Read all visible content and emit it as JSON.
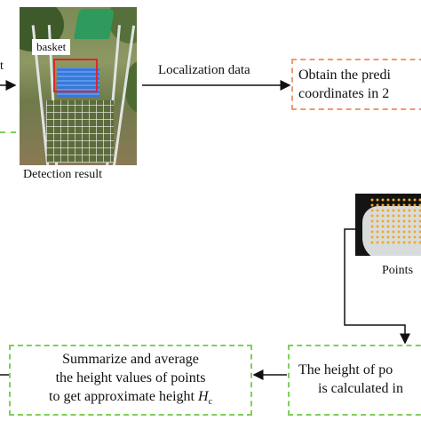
{
  "photo": {
    "bbox_label": "basket",
    "bbox_color": "#e0262a"
  },
  "captions": {
    "detection": "Detection result",
    "points": "Points",
    "arrow_label": "Localization data",
    "left_edge_fragment": "t"
  },
  "boxes": {
    "prediction": [
      "Obtain the predi",
      "coordinates in 2"
    ],
    "height_calc": [
      "The height of po",
      "is calculated in"
    ],
    "summary": [
      "Summarize and average",
      "the height values of points",
      "to get approximate height"
    ],
    "summary_symbol": "H",
    "summary_subscript": "c"
  },
  "colors": {
    "orange_dash": "#ef9a6e",
    "green_dash": "#7fcf5a",
    "arrow": "#111111"
  }
}
